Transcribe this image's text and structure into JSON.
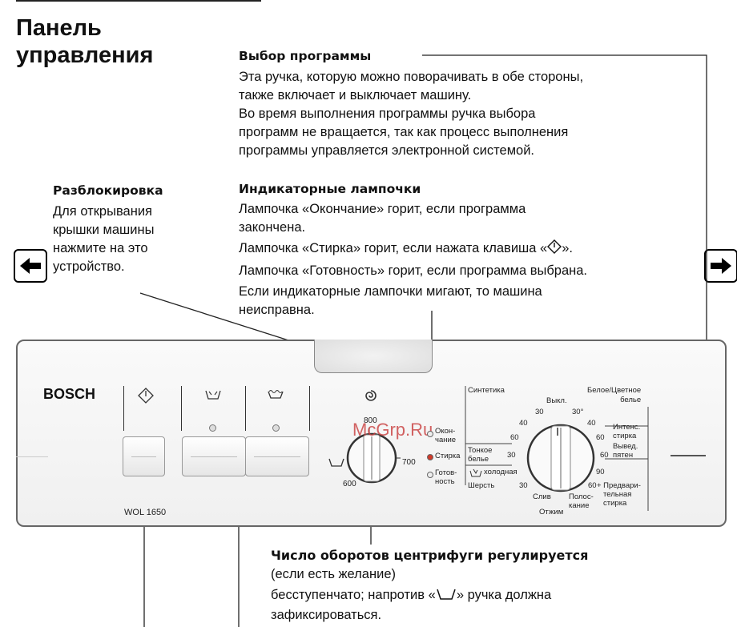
{
  "page": {
    "title_line1": "Панель",
    "title_line2": "управления"
  },
  "nav": {
    "prev_icon": "arrow-left-icon",
    "next_icon": "arrow-right-icon"
  },
  "program_select": {
    "heading": "Выбор программы",
    "lines": [
      "Эта ручка, которую можно поворачивать в обе стороны,",
      "также включает и выключает машину.",
      "Во время выполнения программы ручка выбора",
      "программ не вращается, так как процесс выполнения",
      "программы управляется электронной системой."
    ]
  },
  "unlock": {
    "heading": "Разблокировка",
    "lines": [
      "Для открывания",
      "крышки машины",
      "нажмите на это",
      "устройство."
    ]
  },
  "indicators": {
    "heading": "Индикаторные лампочки",
    "lines": [
      "Лампочка «Окончание» горит, если программа",
      "закончена.",
      "Лампочка «Стирка» горит, если нажата клавиша «",
      "».",
      "Лампочка «Готовность» горит, если программа выбрана.",
      "Если индикаторные лампочки мигают, то машина",
      "неисправна."
    ]
  },
  "spin": {
    "heading": "Число оборотов центрифуги регулируется",
    "line1": "(если есть желание)",
    "line2a": "бесступенчато; напротив «",
    "line2b": "» ручка должна",
    "line3": "зафиксироваться."
  },
  "machine": {
    "brand": "BOSCH",
    "model": "WOL 1650",
    "watermark": "McGrp.Ru",
    "spin_labels": {
      "s600": "600",
      "s700": "700",
      "s800": "800"
    },
    "lamps": {
      "end_1": "Окон-",
      "end_2": "чание",
      "wash": "Стирка",
      "ready_1": "Готов-",
      "ready_2": "ность"
    },
    "program": {
      "synthetics": "Синтетика",
      "white_1": "Белое/Цветное",
      "white_2": "белье",
      "off": "Выкл.",
      "t30_top": "30°",
      "l40": "40",
      "l30": "30",
      "l60": "60",
      "r40": "40",
      "r60": "60",
      "r90": "90",
      "intense_1": "Интенс.",
      "intense_2": "стирка",
      "stain_1": "Вывед.",
      "stain_2": "пятен",
      "stain_60": "60",
      "delicate_1": "Тонкое",
      "delicate_2": "белье",
      "delicate_30": "30",
      "cold": "холодная",
      "wool": "Шерсть",
      "wool_30": "30",
      "drain": "Слив",
      "spin": "Отжим",
      "rinse_1": "Полос-",
      "rinse_2": "кание",
      "prewash_60": "60",
      "prewash_1": "+ Предвари-",
      "prewash_2": "тельная",
      "prewash_3": "стирка"
    }
  }
}
